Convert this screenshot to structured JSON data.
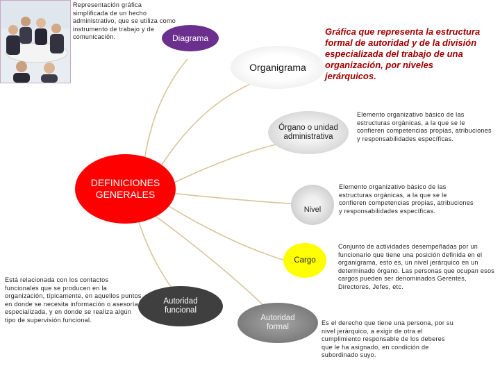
{
  "center": {
    "label": "DEFINICIONES GENERALES",
    "color": "#ff0000"
  },
  "photo": {
    "icon": "business-meeting-photo"
  },
  "nodes": {
    "diagrama": {
      "label": "Diagrama",
      "description": "Representación gráfica simplificada de un hecho administrativo, que se utiliza como instrumento de trabajo y de comunicación."
    },
    "organigrama": {
      "label": "Organigrama",
      "description": "Gráfica que representa la estructura formal de autoridad y de la división especializada del trabajo de una organización, por niveles jerárquicos."
    },
    "organo": {
      "label": "Órgano o unidad administrativa",
      "description": "Elemento organizativo básico de las estructuras orgánicas, a la que se le confieren competencias propias, atribuciones y responsabilidades específicas."
    },
    "nivel": {
      "label": "Nivel",
      "description": "Elemento organizativo básico de las estructuras orgánicas, a la que se le confieren competencias propias, atribuciones y responsabilidades específicas."
    },
    "cargo": {
      "label": "Cargo",
      "description": "Conjunto de actividades desempeñadas por un funcionario que tiene una posición definida en el organigrama, esto es, un nivel jerárquico en un determinado órgano. Las personas que ocupan esos cargos pueden ser denominados Gerentes, Directores, Jefes, etc."
    },
    "autoridad_funcional": {
      "label": "Autoridad funcional",
      "description": "Está relacionada con los contactos funcionales que se producen en la organización, típicamente, en aquellos puntos en donde se necesita información o asesoría especializada, y en donde se realiza algún tipo de supervisión funcional."
    },
    "autoridad_formal": {
      "label": "Autoridad formal",
      "description": "Es el derecho que tiene una persona, por su nivel jerárquico, a exigir de otra el cumplimiento responsable de los deberes que le ha asignado, en condición de subordinado suyo."
    }
  },
  "colors": {
    "center": "#ff0000",
    "diagrama": "#6b2f8e",
    "organigrama_gradient": "#ffffff",
    "organo_gradient": "#d8d8d8",
    "nivel_gradient": "#d0d0d0",
    "cargo": "#ffff00",
    "autoridad_funcional": "#3f3f3f",
    "autoridad_formal": "#7a7a7a",
    "connector": "#d8c49a",
    "organigrama_text": "#a00000"
  }
}
